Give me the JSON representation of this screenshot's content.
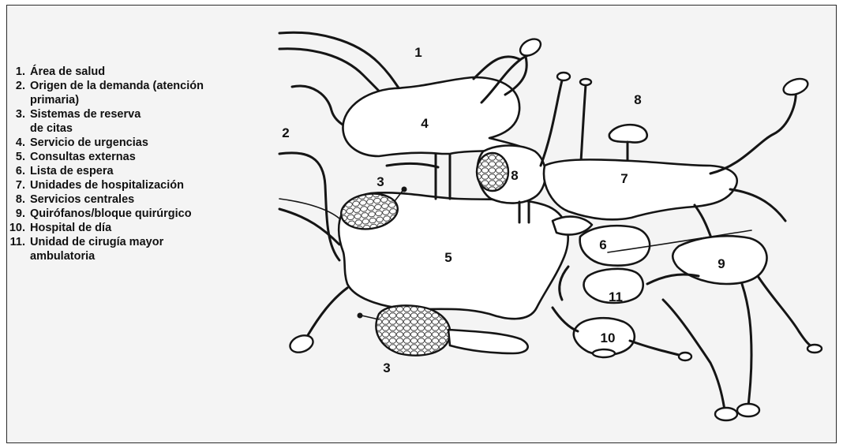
{
  "legend": {
    "items": [
      {
        "num": "1.",
        "lines": [
          "Área de salud"
        ]
      },
      {
        "num": "2.",
        "lines": [
          "Origen de la demanda (atención",
          "primaria)"
        ]
      },
      {
        "num": "3.",
        "lines": [
          "Sistemas de reserva",
          "de citas"
        ]
      },
      {
        "num": "4.",
        "lines": [
          "Servicio de urgencias"
        ]
      },
      {
        "num": "5.",
        "lines": [
          "Consultas externas"
        ]
      },
      {
        "num": "6.",
        "lines": [
          "Lista de espera"
        ]
      },
      {
        "num": "7.",
        "lines": [
          "Unidades de hospitalización"
        ]
      },
      {
        "num": "8.",
        "lines": [
          "Servicios centrales"
        ]
      },
      {
        "num": "9.",
        "lines": [
          "Quirófanos/bloque quirúrgico"
        ]
      },
      {
        "num": "10.",
        "lines": [
          "Hospital de día"
        ]
      },
      {
        "num": "11.",
        "lines": [
          "Unidad de cirugía mayor",
          "ambulatoria"
        ]
      }
    ]
  },
  "diagram_labels": {
    "l1": "1",
    "l2": "2",
    "l3_top": "3",
    "l3_bottom": "3",
    "l4": "4",
    "l5": "5",
    "l6": "6",
    "l7": "7",
    "l8_top": "8",
    "l8_mid": "8",
    "l9": "9",
    "l10": "10",
    "l11": "11"
  },
  "colors": {
    "ink": "#151515",
    "panel": "#f4f4f4",
    "border": "#2a2a2a"
  }
}
